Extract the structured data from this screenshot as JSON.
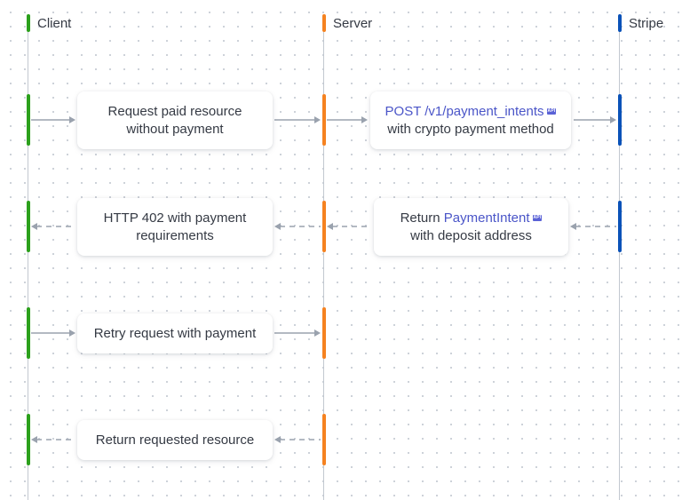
{
  "actors": [
    {
      "name": "Client",
      "color": "#2ca01c"
    },
    {
      "name": "Server",
      "color": "#f58220"
    },
    {
      "name": "Stripe",
      "color": "#0a52b8"
    }
  ],
  "steps": {
    "request_unpaid": {
      "line1": "Request paid resource",
      "line2": "without payment"
    },
    "post_intent": {
      "link": "POST /v1/payment_intents",
      "badge": "API",
      "line2": "with crypto payment method"
    },
    "http_402": {
      "line1": "HTTP 402 with payment",
      "line2": "requirements"
    },
    "return_intent": {
      "prefix": "Return ",
      "link": "PaymentIntent",
      "badge": "API",
      "line2": "with deposit address"
    },
    "retry": {
      "line1": "Retry request with payment"
    },
    "return_resource": {
      "line1": "Return requested resource"
    }
  }
}
